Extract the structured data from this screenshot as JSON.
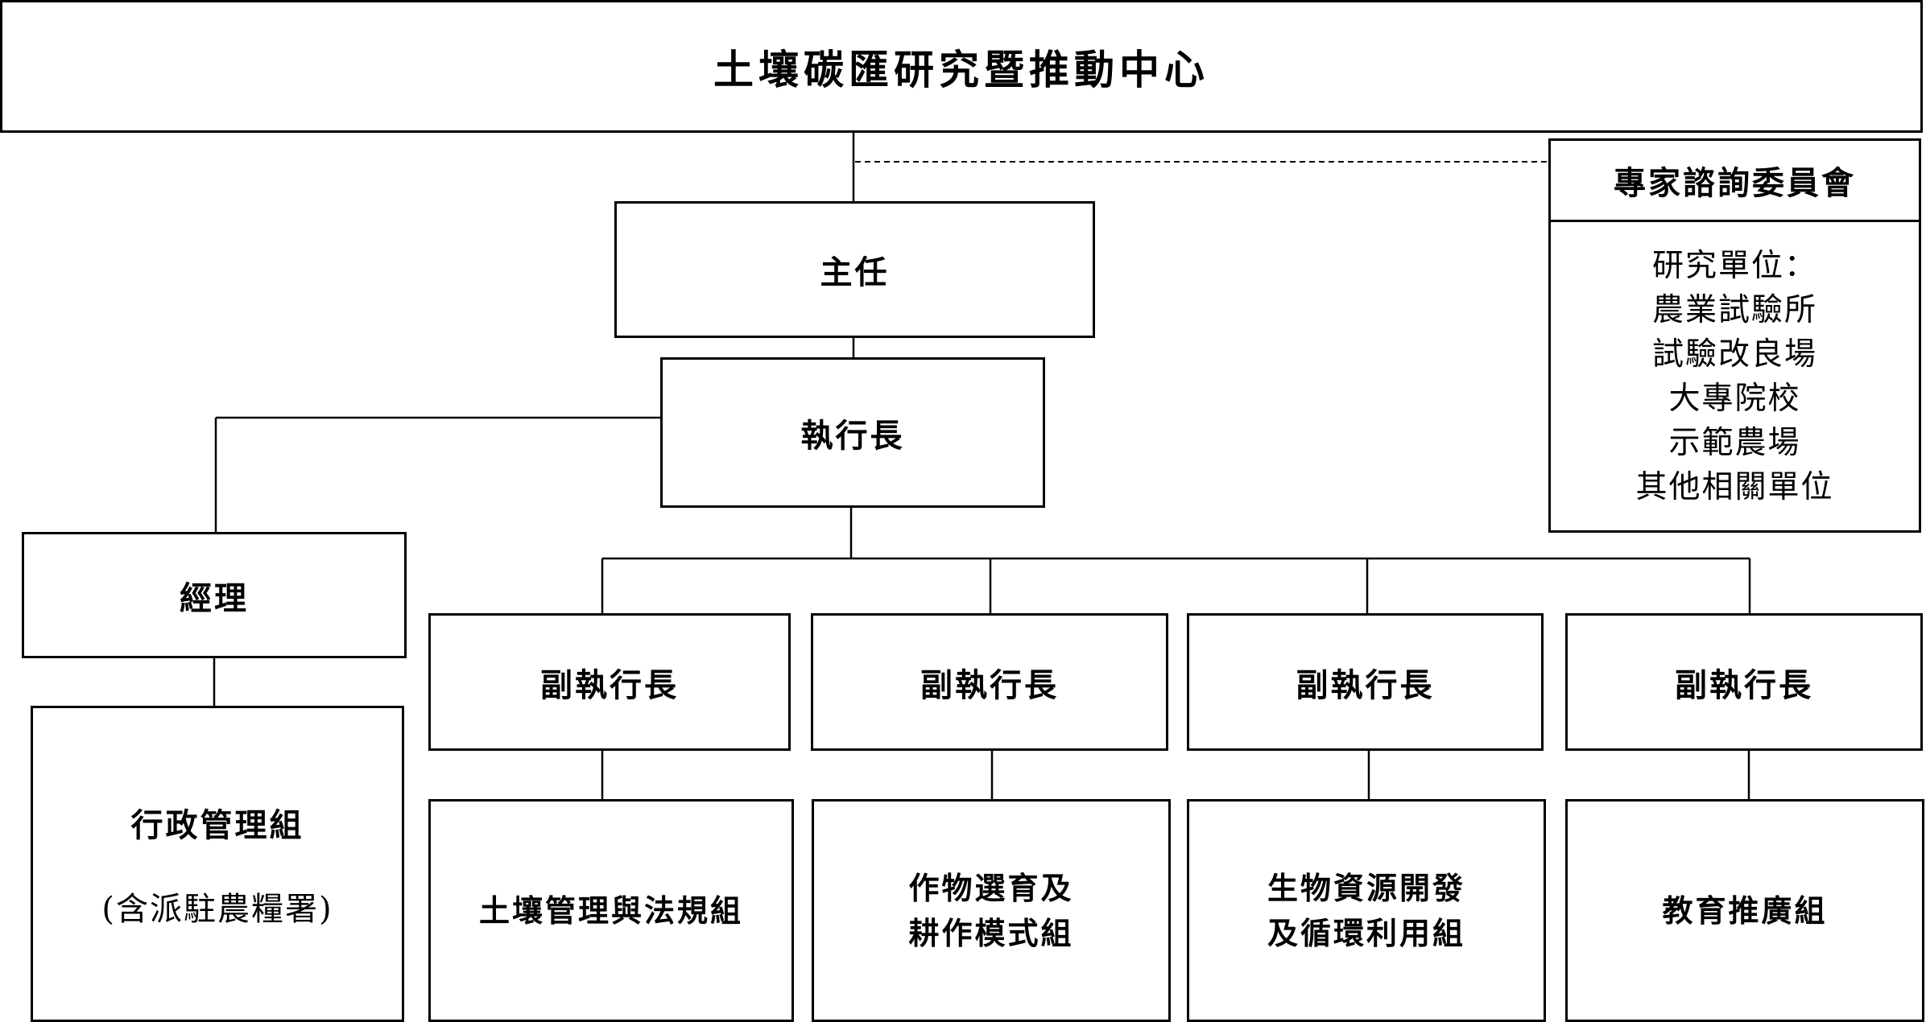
{
  "center": {
    "title": "土壤碳匯研究暨推動中心"
  },
  "director": {
    "label": "主任"
  },
  "ceo": {
    "label": "執行長"
  },
  "manager": {
    "label": "經理"
  },
  "admin": {
    "label": "行政管理組",
    "note": "(含派駐農糧署)"
  },
  "advisory": {
    "title": "專家諮詢委員會",
    "heading": "研究單位：",
    "units": [
      "農業試驗所",
      "試驗改良場",
      "大專院校",
      "示範農場",
      "其他相關單位"
    ]
  },
  "deputies": [
    {
      "label": "副執行長"
    },
    {
      "label": "副執行長"
    },
    {
      "label": "副執行長"
    },
    {
      "label": "副執行長"
    }
  ],
  "divisions": [
    {
      "line1": "土壤管理與法規組",
      "line2": ""
    },
    {
      "line1": "作物選育及",
      "line2": "耕作模式組"
    },
    {
      "line1": "生物資源開發",
      "line2": "及循環利用組"
    },
    {
      "line1": "教育推廣組",
      "line2": ""
    }
  ]
}
